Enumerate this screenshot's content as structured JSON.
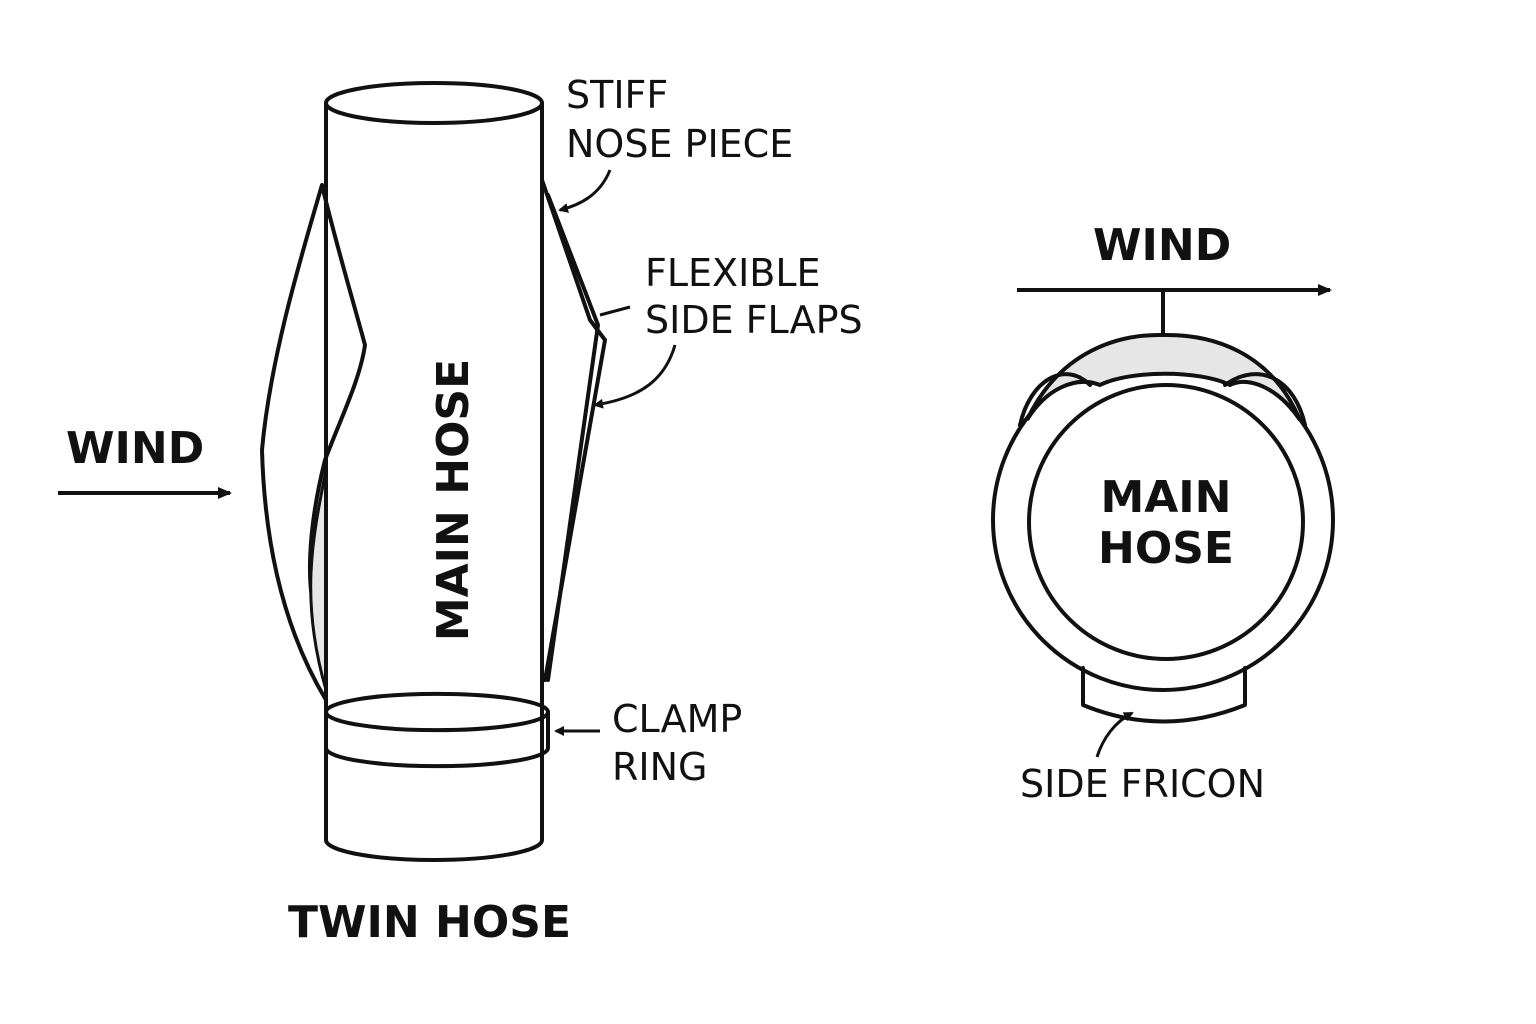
{
  "side_view": {
    "caption": "TWIN HOSE",
    "wind_label": "WIND",
    "hose_label": "MAIN HOSE",
    "nose_label_line1": "STIFF",
    "nose_label_line2": "NOSE PIECE",
    "flaps_label_line1": "FLEXIBLE",
    "flaps_label_line2": "SIDE FLAPS",
    "clamp_label_line1": "CLAMP",
    "clamp_label_line2": "RING"
  },
  "top_view": {
    "wind_label": "WIND",
    "hose_label_line1": "MAIN",
    "hose_label_line2": "HOSE",
    "fricon_label": "SIDE FRICON"
  },
  "colors": {
    "line": "#111111",
    "fill_gray": "#e6e6e6",
    "background": "#ffffff"
  }
}
